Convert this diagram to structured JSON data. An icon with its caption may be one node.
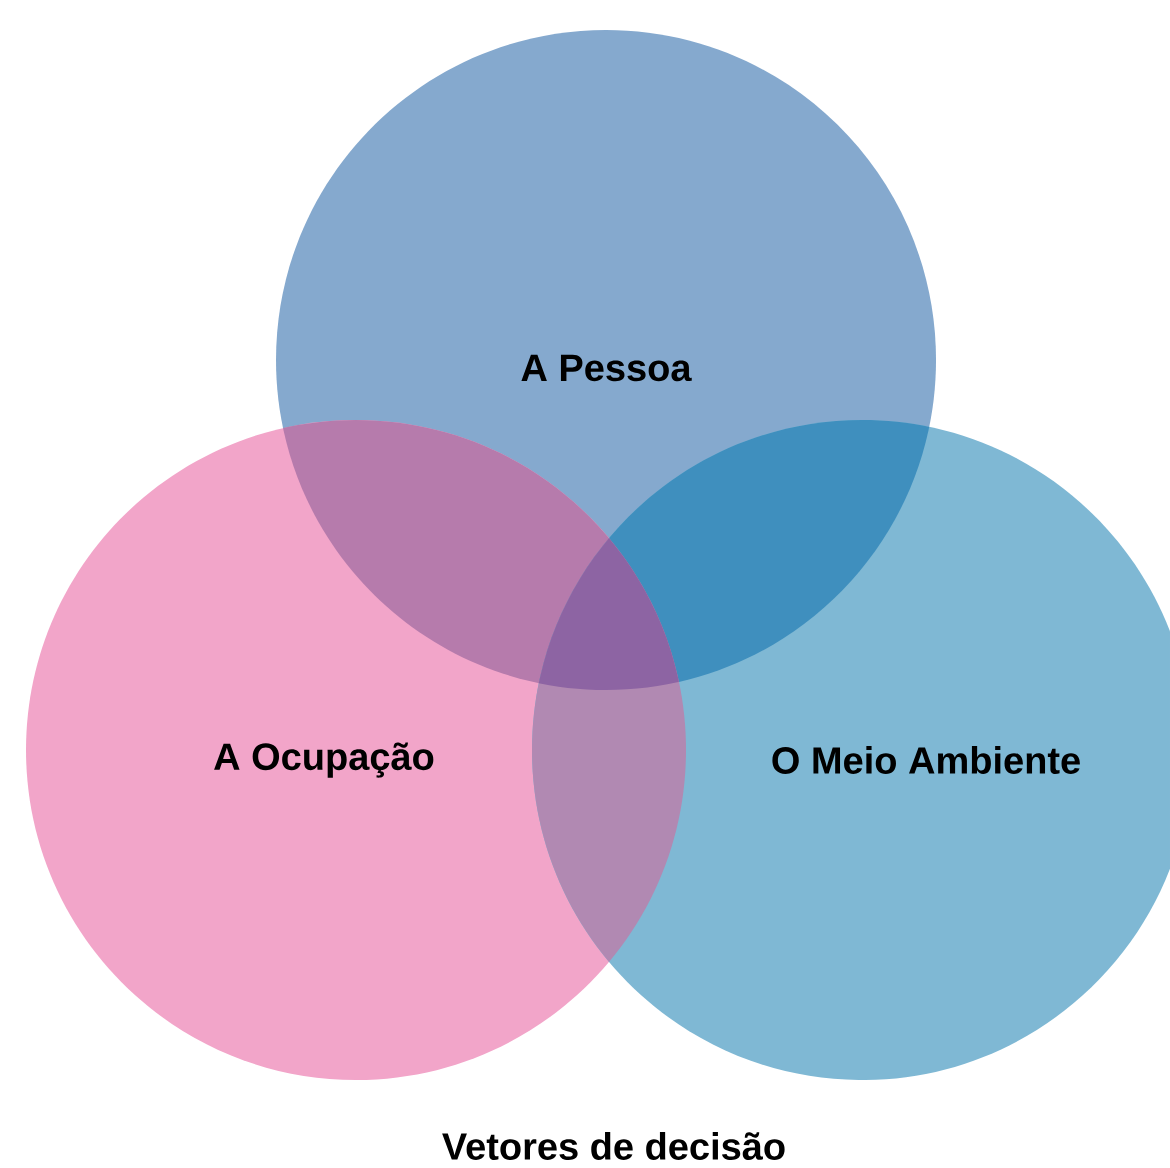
{
  "diagram": {
    "caption": "Vetores de decisão",
    "nodes": [
      {
        "text": [
          "A Pessoa"
        ]
      },
      {
        "text": [
          "A Ocupação"
        ]
      },
      {
        "text": [
          "O Meio Ambiente"
        ]
      }
    ]
  }
}
